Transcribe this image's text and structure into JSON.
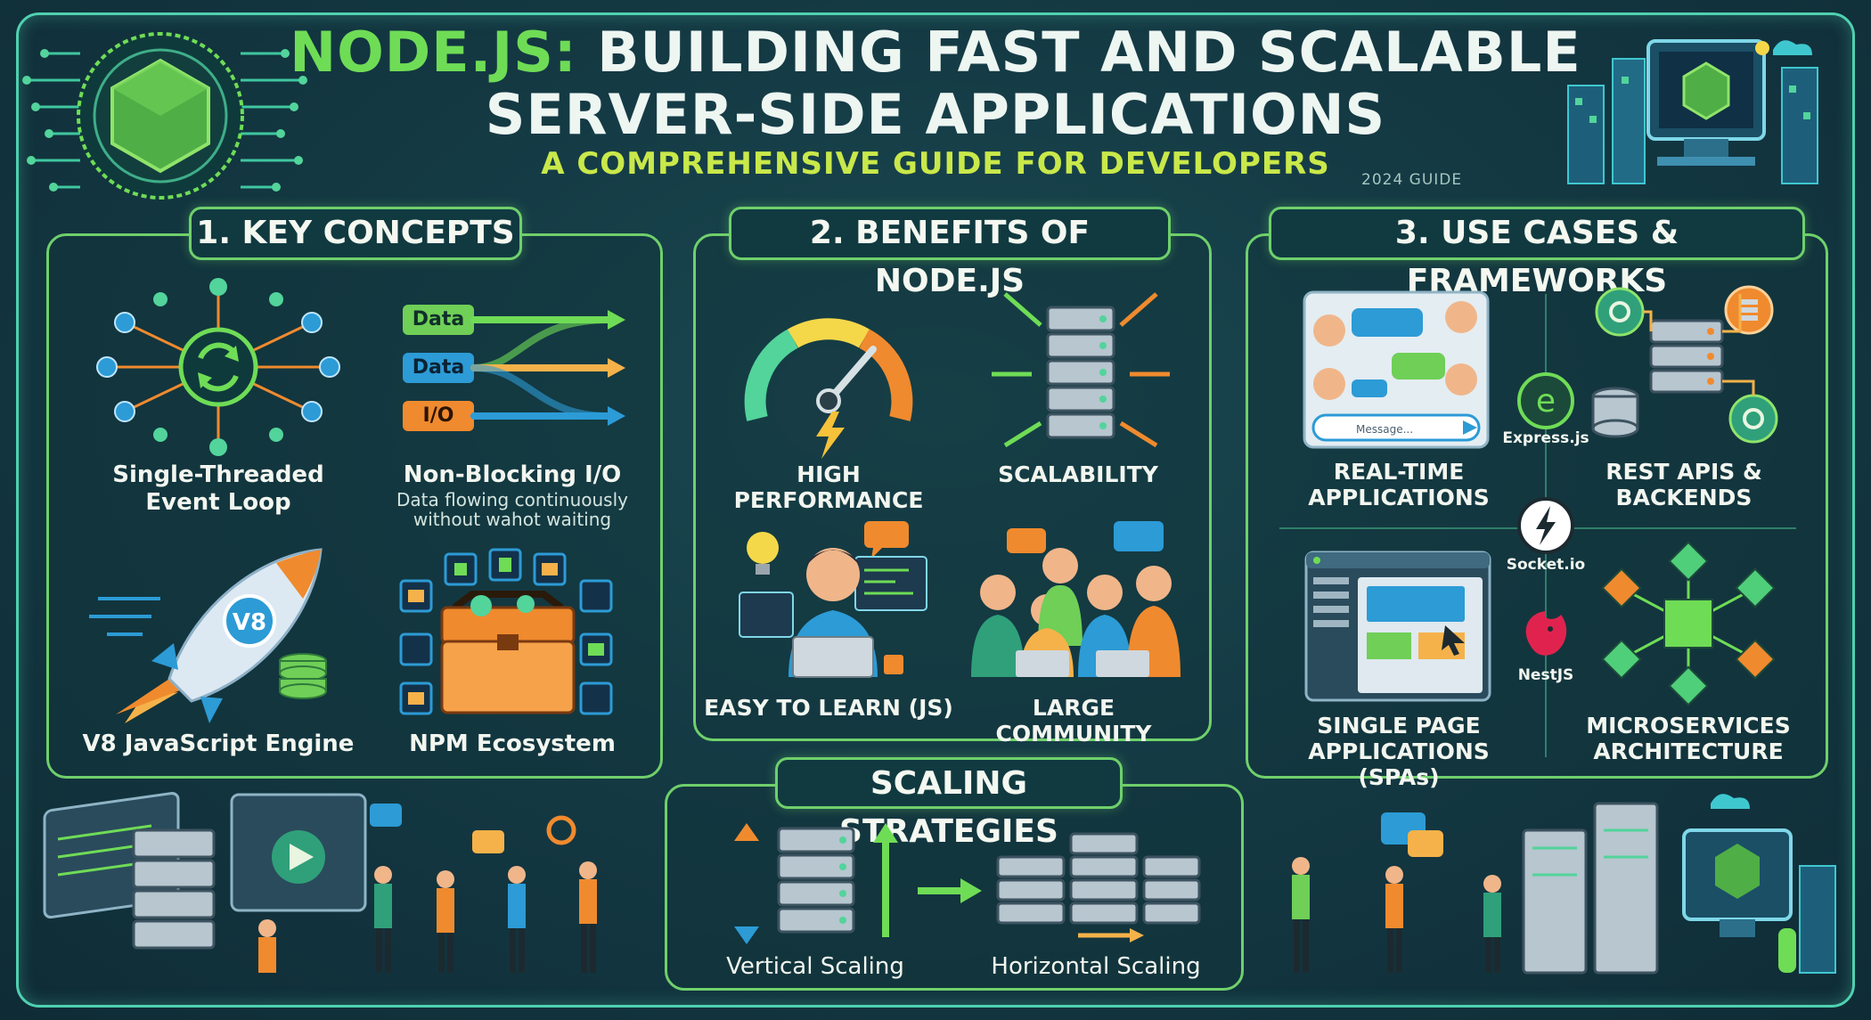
{
  "header": {
    "title_accent": "NODE.JS:",
    "title_rest": "BUILDING FAST AND SCALABLE",
    "title_line2": "SERVER-SIDE APPLICATIONS",
    "subtitle": "A COMPREHENSIVE GUIDE FOR DEVELOPERS",
    "badge": "2024 GUIDE"
  },
  "key_concepts": {
    "title": "1. KEY CONCEPTS",
    "event_loop": "Single-Threaded\nEvent Loop",
    "nonblocking_title": "Non-Blocking I/O",
    "nonblocking_desc": "Data flowing continuously\nwithout wahot waiting",
    "io_labels": [
      "Data",
      "Data",
      "I/O"
    ],
    "v8_badge": "V8",
    "v8": "V8 JavaScript Engine",
    "npm": "NPM Ecosystem"
  },
  "benefits": {
    "title": "2. BENEFITS OF NODE.JS",
    "performance": "HIGH PERFORMANCE",
    "scalability": "SCALABILITY",
    "easy": "EASY TO LEARN (JS)",
    "community": "LARGE COMMUNITY"
  },
  "use_cases": {
    "title": "3. USE CASES & FRAMEWORKS",
    "realtime": "REAL-TIME\nAPPLICATIONS",
    "message_placeholder": "Message...",
    "rest": "REST APIS &\nBACKENDS",
    "spa": "SINGLE PAGE\nAPPLICATIONS (SPAs)",
    "micro": "MICROSERVICES\nARCHITECTURE",
    "frameworks": [
      "Express.js",
      "Socket.io",
      "NestJS"
    ],
    "express_glyph": "e"
  },
  "scaling": {
    "title": "SCALING STRATEGIES",
    "vertical": "Vertical Scaling",
    "horizontal": "Horizontal Scaling"
  },
  "colors": {
    "accent_green": "#6fdc56",
    "subtitle_yellow": "#c9e84a",
    "panel_border": "#6fd06b",
    "frame_border": "#4fd1b0",
    "orange": "#f08a2e",
    "blue": "#2c9bd6"
  }
}
